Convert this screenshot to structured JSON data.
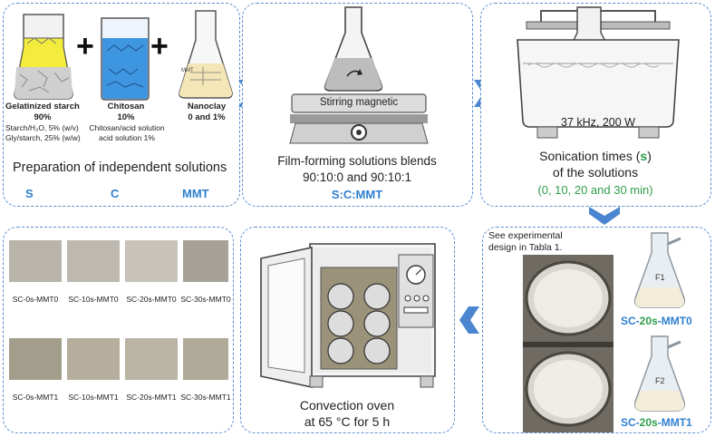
{
  "panel1": {
    "starch_title": "Gelatinized starch",
    "starch_pct": "90%",
    "starch_d1": "Starch/H₂O, 5% (w/v)",
    "starch_d2": "Gly/starch, 25% (w/w)",
    "chitosan_title": "Chitosan",
    "chitosan_pct": "10%",
    "chitosan_d1": "Chitosan/acid solution",
    "chitosan_d2": "acid solution 1%",
    "nano_title": "Nanoclay",
    "nano_pct": "0 and 1%",
    "mmt_tag": "MMT",
    "plus": "+",
    "caption": "Preparation of independent solutions",
    "lbl_s": "S",
    "lbl_c": "C",
    "lbl_mmt": "MMT"
  },
  "panel2": {
    "device": "Stirring magnetic",
    "caption1": "Film-forming solutions blends",
    "caption2": "90:10:0 and 90:10:1",
    "ratio": "S:C:MMT"
  },
  "panel3": {
    "freq": "37 kHz, 200 W",
    "cap1_pre": "Sonication times (",
    "cap1_s": "s",
    "cap1_post": ")",
    "cap2": "of the solutions",
    "times": "(0, 10, 20 and 30 min)"
  },
  "panel4": {
    "note1": "See experimental",
    "note2": "design in Tabla 1.",
    "flask1": "F1",
    "flask2": "F2",
    "s1a": "SC-",
    "s1b": "20s",
    "s1c": "-MMT0",
    "s2a": "SC-",
    "s2b": "20s",
    "s2c": "-MMT1"
  },
  "panel5": {
    "cap1": "Convection oven",
    "cap2": "at 65 °C for 5 h"
  },
  "panel6": {
    "row1": [
      "SC-0s-MMT0",
      "SC-10s-MMT0",
      "SC-20s-MMT0",
      "SC-30s-MMT0"
    ],
    "row2": [
      "SC-0s-MMT1",
      "SC-10s-MMT1",
      "SC-20s-MMT1",
      "SC-30s-MMT1"
    ]
  },
  "colors": {
    "accent_blue": "#2f7fcf",
    "accent_green": "#2e9e4a",
    "border": "#5b8fd0",
    "arrow": "#4a86cf"
  }
}
